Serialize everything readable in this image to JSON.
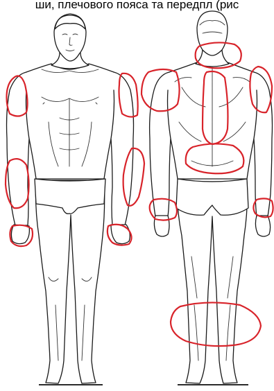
{
  "caption": {
    "text": "ши, плечового пояса та передпл (рис"
  },
  "colors": {
    "highlight": "#d8232a",
    "outline": "#1a1a1a"
  },
  "figures": [
    {
      "view": "front"
    },
    {
      "view": "back"
    }
  ]
}
